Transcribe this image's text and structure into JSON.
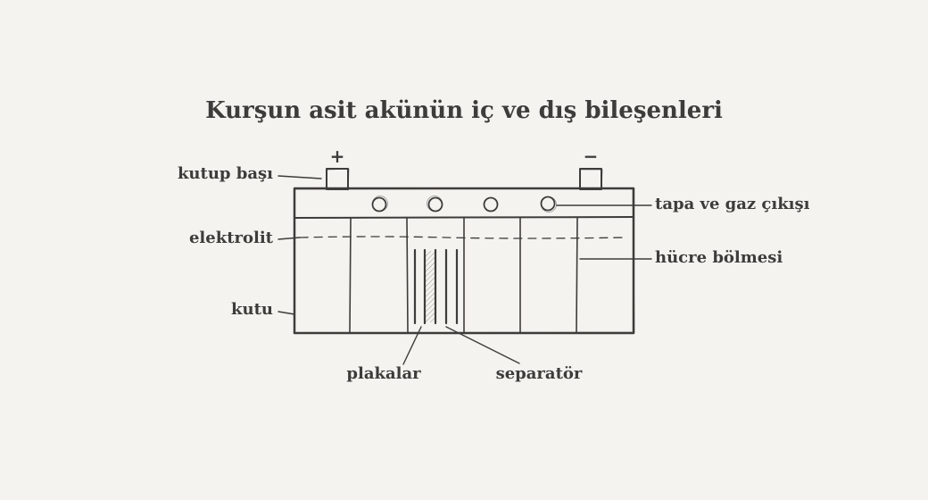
{
  "title": "Kurşun asit akünün iç ve dış bileşenleri",
  "terminals": {
    "positive": "+",
    "negative": "−"
  },
  "labels": {
    "terminal": "kutup başı",
    "electrolyte": "elektrolit",
    "case": "kutu",
    "plates": "plakalar",
    "separator": "separatör",
    "vent_cap": "tapa ve gaz çıkışı",
    "cell_divider": "hücre bölmesi"
  },
  "battery": {
    "cell_count": 6,
    "vent_cap_count": 4
  },
  "colors": {
    "ink": "#3e3c3a",
    "background": "#f4f3ef"
  }
}
